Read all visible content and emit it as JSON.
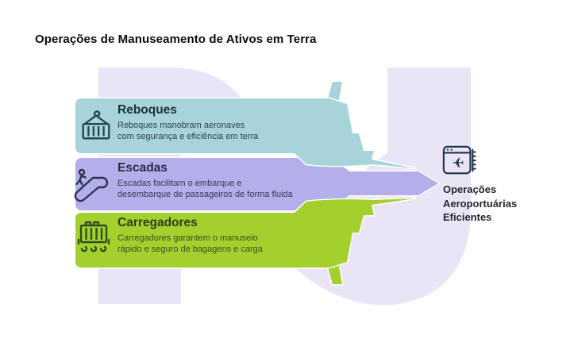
{
  "title": "Operações de Manuseamento de Ativos em Terra",
  "items": [
    {
      "label": "Reboques",
      "desc1": "Reboques manobram aeronaves",
      "desc2": "com segurança e eficiência em terra",
      "icon": "container-crane-icon",
      "color": "#a6d4da"
    },
    {
      "label": "Escadas",
      "desc1": "Escadas facilitam o embarque e",
      "desc2": "desembarque de passageiros de forma fluida",
      "icon": "escalator-icon",
      "color": "#b4aeea"
    },
    {
      "label": "Carregadores",
      "desc1": "Carregadores garantem o manuseio",
      "desc2": "rápido e seguro de bagagens e carga",
      "icon": "luggage-cart-icon",
      "color": "#a4d02e"
    }
  ],
  "outcome": {
    "line1": "Operações",
    "line2": "Aeroportuárias",
    "line3": "Eficientes",
    "icon": "airport-window-plane-icon"
  },
  "background_color": "#ffffff",
  "background_shape_color": "#e9e5f7",
  "arrow_tip_color": "#b4aeea"
}
